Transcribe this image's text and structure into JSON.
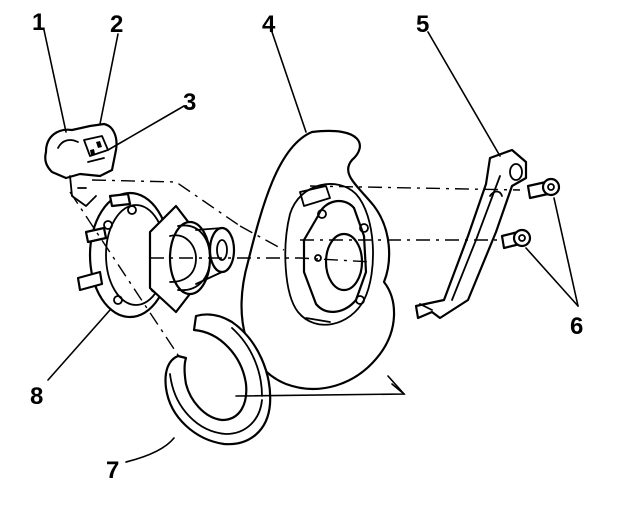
{
  "diagram": {
    "callouts": [
      {
        "id": "1",
        "label": "1"
      },
      {
        "id": "2",
        "label": "2"
      },
      {
        "id": "3",
        "label": "3"
      },
      {
        "id": "4",
        "label": "4"
      },
      {
        "id": "5",
        "label": "5"
      },
      {
        "id": "6",
        "label": "6"
      },
      {
        "id": "7",
        "label": "7"
      },
      {
        "id": "8",
        "label": "8"
      }
    ],
    "colors": {
      "line": "#000000",
      "background": "#ffffff"
    }
  }
}
